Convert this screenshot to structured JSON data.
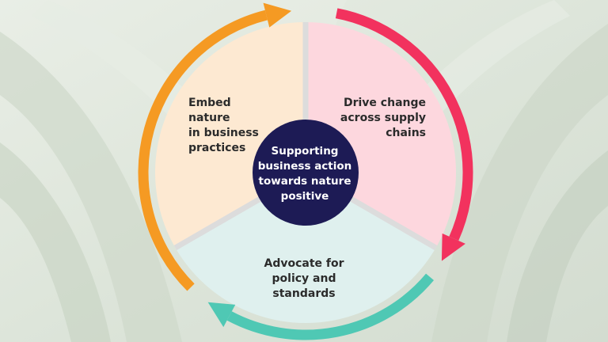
{
  "diagram": {
    "center": {
      "text": "Supporting\nbusiness action\ntowards nature\npositive"
    },
    "segments": [
      {
        "id": "embed",
        "text": "Embed nature\nin business\npractices",
        "fill": "#fde9d2",
        "arrow_color": "#f59a23"
      },
      {
        "id": "drive",
        "text": "Drive change\nacross supply\nchains",
        "fill": "#fdd7de",
        "arrow_color": "#f2325e"
      },
      {
        "id": "advocate",
        "text": "Advocate for\npolicy and\nstandards",
        "fill": "#dff0ee",
        "arrow_color": "#4fc8b4"
      }
    ]
  },
  "colors": {
    "center_fill": "#1d1b55",
    "divider": "#dcdcdc",
    "background": "#dfe6dd"
  }
}
